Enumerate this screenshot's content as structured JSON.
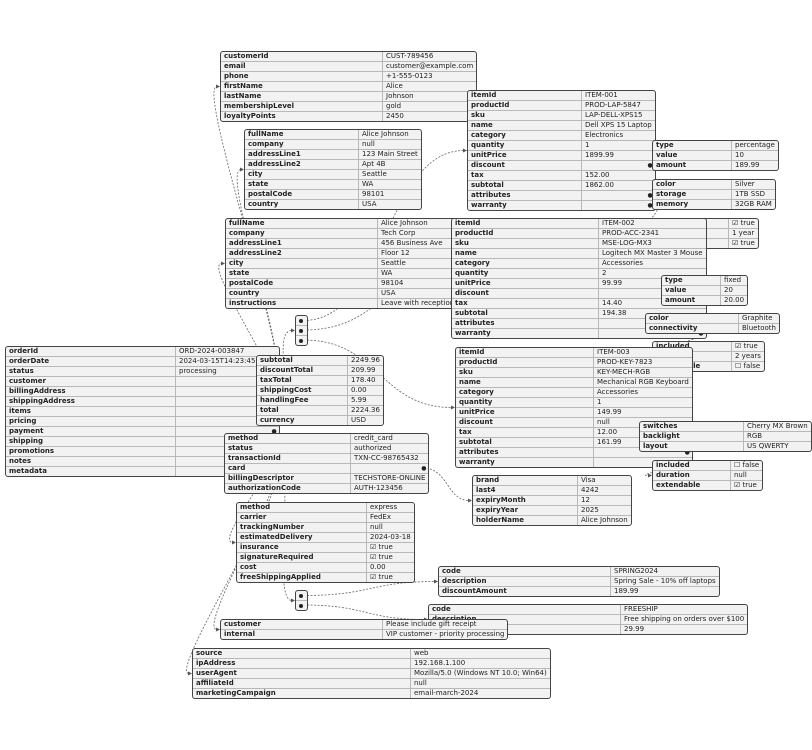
{
  "nodes": [
    {
      "id": "customer",
      "rows": [
        [
          "customerId",
          "CUST-789456"
        ],
        [
          "email",
          "customer@example.com"
        ],
        [
          "phone",
          "+1-555-0123"
        ],
        [
          "firstName",
          "Alice"
        ],
        [
          "lastName",
          "Johnson"
        ],
        [
          "membershipLevel",
          "gold"
        ],
        [
          "loyaltyPoints",
          "2450"
        ]
      ]
    },
    {
      "id": "billing",
      "rows": [
        [
          "fullName",
          "Alice Johnson"
        ],
        [
          "company",
          "null"
        ],
        [
          "addressLine1",
          "123 Main Street"
        ],
        [
          "addressLine2",
          "Apt 4B"
        ],
        [
          "city",
          "Seattle"
        ],
        [
          "state",
          "WA"
        ],
        [
          "postalCode",
          "98101"
        ],
        [
          "country",
          "USA"
        ]
      ]
    },
    {
      "id": "shipping",
      "rows": [
        [
          "fullName",
          "Alice Johnson"
        ],
        [
          "company",
          "Tech Corp"
        ],
        [
          "addressLine1",
          "456 Business Ave"
        ],
        [
          "addressLine2",
          "Floor 12"
        ],
        [
          "city",
          "Seattle"
        ],
        [
          "state",
          "WA"
        ],
        [
          "postalCode",
          "98104"
        ],
        [
          "country",
          "USA"
        ],
        [
          "instructions",
          "Leave with reception desk"
        ]
      ]
    },
    {
      "id": "root",
      "rows": [
        [
          "orderId",
          "ORD-2024-003847"
        ],
        [
          "orderDate",
          "2024-03-15T14:23:45.000Z"
        ],
        [
          "status",
          "processing"
        ],
        [
          "customer",
          null
        ],
        [
          "billingAddress",
          null
        ],
        [
          "shippingAddress",
          null
        ],
        [
          "items",
          null
        ],
        [
          "pricing",
          null
        ],
        [
          "payment",
          null
        ],
        [
          "shipping",
          null
        ],
        [
          "promotions",
          null
        ],
        [
          "notes",
          null
        ],
        [
          "metadata",
          null
        ]
      ]
    },
    {
      "id": "item1",
      "rows": [
        [
          "itemId",
          "ITEM-001"
        ],
        [
          "productId",
          "PROD-LAP-5847"
        ],
        [
          "sku",
          "LAP-DELL-XPS15"
        ],
        [
          "name",
          "Dell XPS 15 Laptop"
        ],
        [
          "category",
          "Electronics"
        ],
        [
          "quantity",
          "1"
        ],
        [
          "unitPrice",
          "1899.99"
        ],
        [
          "discount",
          null
        ],
        [
          "tax",
          "152.00"
        ],
        [
          "subtotal",
          "1862.00"
        ],
        [
          "attributes",
          null
        ],
        [
          "warranty",
          null
        ]
      ]
    },
    {
      "id": "item1disc",
      "rows": [
        [
          "type",
          "percentage"
        ],
        [
          "value",
          "10"
        ],
        [
          "amount",
          "189.99"
        ]
      ]
    },
    {
      "id": "item1attr",
      "rows": [
        [
          "color",
          "Silver"
        ],
        [
          "storage",
          "1TB SSD"
        ],
        [
          "memory",
          "32GB RAM"
        ]
      ]
    },
    {
      "id": "item1war",
      "rows": [
        [
          "included",
          "☑ true"
        ],
        [
          "duration",
          "1 year"
        ],
        [
          "extendable",
          "☑ true"
        ]
      ]
    },
    {
      "id": "item2",
      "rows": [
        [
          "itemId",
          "ITEM-002"
        ],
        [
          "productId",
          "PROD-ACC-2341"
        ],
        [
          "sku",
          "MSE-LOG-MX3"
        ],
        [
          "name",
          "Logitech MX Master 3 Mouse"
        ],
        [
          "category",
          "Accessories"
        ],
        [
          "quantity",
          "2"
        ],
        [
          "unitPrice",
          "99.99"
        ],
        [
          "discount",
          null
        ],
        [
          "tax",
          "14.40"
        ],
        [
          "subtotal",
          "194.38"
        ],
        [
          "attributes",
          null
        ],
        [
          "warranty",
          null
        ]
      ]
    },
    {
      "id": "item2disc",
      "rows": [
        [
          "type",
          "fixed"
        ],
        [
          "value",
          "20"
        ],
        [
          "amount",
          "20.00"
        ]
      ]
    },
    {
      "id": "item2attr",
      "rows": [
        [
          "color",
          "Graphite"
        ],
        [
          "connectivity",
          "Bluetooth"
        ]
      ]
    },
    {
      "id": "item2war",
      "rows": [
        [
          "included",
          "☑ true"
        ],
        [
          "duration",
          "2 years"
        ],
        [
          "extendable",
          "☐ false"
        ]
      ]
    },
    {
      "id": "item3",
      "rows": [
        [
          "itemId",
          "ITEM-003"
        ],
        [
          "productId",
          "PROD-KEY-7823"
        ],
        [
          "sku",
          "KEY-MECH-RGB"
        ],
        [
          "name",
          "Mechanical RGB Keyboard"
        ],
        [
          "category",
          "Accessories"
        ],
        [
          "quantity",
          "1"
        ],
        [
          "unitPrice",
          "149.99"
        ],
        [
          "discount",
          "null"
        ],
        [
          "tax",
          "12.00"
        ],
        [
          "subtotal",
          "161.99"
        ],
        [
          "attributes",
          null
        ],
        [
          "warranty",
          null
        ]
      ]
    },
    {
      "id": "item3attr",
      "rows": [
        [
          "switches",
          "Cherry MX Brown"
        ],
        [
          "backlight",
          "RGB"
        ],
        [
          "layout",
          "US QWERTY"
        ]
      ]
    },
    {
      "id": "item3war",
      "rows": [
        [
          "included",
          "☐ false"
        ],
        [
          "duration",
          "null"
        ],
        [
          "extendable",
          "☑ true"
        ]
      ]
    },
    {
      "id": "pricing",
      "rows": [
        [
          "subtotal",
          "2249.96"
        ],
        [
          "discountTotal",
          "209.99"
        ],
        [
          "taxTotal",
          "178.40"
        ],
        [
          "shippingCost",
          "0.00"
        ],
        [
          "handlingFee",
          "5.99"
        ],
        [
          "total",
          "2224.36"
        ],
        [
          "currency",
          "USD"
        ]
      ]
    },
    {
      "id": "payment",
      "rows": [
        [
          "method",
          "credit_card"
        ],
        [
          "status",
          "authorized"
        ],
        [
          "transactionId",
          "TXN-CC-98765432"
        ],
        [
          "card",
          null
        ],
        [
          "billingDescriptor",
          "TECHSTORE-ONLINE"
        ],
        [
          "authorizationCode",
          "AUTH-123456"
        ]
      ]
    },
    {
      "id": "card",
      "rows": [
        [
          "brand",
          "Visa"
        ],
        [
          "last4",
          "4242"
        ],
        [
          "expiryMonth",
          "12"
        ],
        [
          "expiryYear",
          "2025"
        ],
        [
          "holderName",
          "Alice Johnson"
        ]
      ]
    },
    {
      "id": "shipinfo",
      "rows": [
        [
          "method",
          "express"
        ],
        [
          "carrier",
          "FedEx"
        ],
        [
          "trackingNumber",
          "null"
        ],
        [
          "estimatedDelivery",
          "2024-03-18"
        ],
        [
          "insurance",
          "☑ true"
        ],
        [
          "signatureRequired",
          "☑ true"
        ],
        [
          "cost",
          "0.00"
        ],
        [
          "freeShippingApplied",
          "☑ true"
        ]
      ]
    },
    {
      "id": "promo1",
      "rows": [
        [
          "code",
          "SPRING2024"
        ],
        [
          "description",
          "Spring Sale - 10% off laptops"
        ],
        [
          "discountAmount",
          "189.99"
        ]
      ]
    },
    {
      "id": "promo2",
      "rows": [
        [
          "code",
          "FREESHIP"
        ],
        [
          "description",
          "Free shipping on orders over $100"
        ],
        [
          "discountAmount",
          "29.99"
        ]
      ]
    },
    {
      "id": "notes",
      "rows": [
        [
          "customer",
          "Please include gift receipt"
        ],
        [
          "internal",
          "VIP customer - priority processing"
        ]
      ]
    },
    {
      "id": "metadata",
      "rows": [
        [
          "source",
          "web"
        ],
        [
          "ipAddress",
          "192.168.1.100"
        ],
        [
          "userAgent",
          "Mozilla/5.0 (Windows NT 10.0; Win64)"
        ],
        [
          "affiliateId",
          "null"
        ],
        [
          "marketingCampaign",
          "email-march-2024"
        ]
      ]
    }
  ],
  "hubs": [
    {
      "id": "itemsHub",
      "count": 3
    },
    {
      "id": "promoHub",
      "count": 2
    }
  ],
  "edges": [
    [
      "root",
      3,
      "customer"
    ],
    [
      "root",
      4,
      "billing"
    ],
    [
      "root",
      5,
      "shipping"
    ],
    [
      "root",
      6,
      "itemsHub"
    ],
    [
      "root",
      7,
      "pricing"
    ],
    [
      "root",
      8,
      "payment"
    ],
    [
      "root",
      9,
      "shipinfo"
    ],
    [
      "root",
      10,
      "promoHub"
    ],
    [
      "root",
      11,
      "notes"
    ],
    [
      "root",
      12,
      "metadata"
    ],
    [
      "itemsHub",
      0,
      "item1"
    ],
    [
      "itemsHub",
      1,
      "item2"
    ],
    [
      "itemsHub",
      2,
      "item3"
    ],
    [
      "item1",
      7,
      "item1disc"
    ],
    [
      "item1",
      10,
      "item1attr"
    ],
    [
      "item1",
      11,
      "item1war"
    ],
    [
      "item2",
      7,
      "item2disc"
    ],
    [
      "item2",
      10,
      "item2attr"
    ],
    [
      "item2",
      11,
      "item2war"
    ],
    [
      "item3",
      10,
      "item3attr"
    ],
    [
      "item3",
      11,
      "item3war"
    ],
    [
      "payment",
      3,
      "card"
    ],
    [
      "promoHub",
      0,
      "promo1"
    ],
    [
      "promoHub",
      1,
      "promo2"
    ]
  ]
}
